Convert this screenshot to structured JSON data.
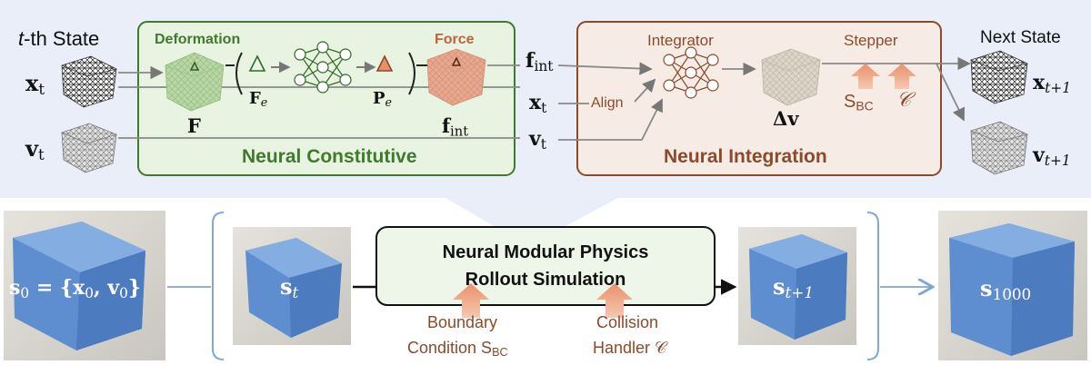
{
  "top": {
    "state_in": {
      "heading_var": "t",
      "heading_rest": "-th State",
      "x_main": "x",
      "x_sub": "t",
      "v_main": "v",
      "v_sub": "t"
    },
    "constitutive": {
      "title": "Neural Constitutive",
      "deformation_label": "Deformation",
      "force_label": "Force",
      "F_label": "F",
      "Fe_main": "F",
      "Fe_sub": "e",
      "Pe_main": "P",
      "Pe_sub": "e",
      "fint_main": "f",
      "fint_sub": "int",
      "delta_glyph": "Δ"
    },
    "middle": {
      "fint_main": "f",
      "fint_sub": "int",
      "x_main": "x",
      "x_sub": "t",
      "v_main": "v",
      "v_sub": "t",
      "align": "Align"
    },
    "integration": {
      "title": "Neural Integration",
      "integrator": "Integrator",
      "stepper": "Stepper",
      "dv": "Δv",
      "sbc_main": "S",
      "sbc_sub": "BC",
      "collision": "𝒞"
    },
    "state_out": {
      "heading": "Next State",
      "x_main": "x",
      "x_sub": "t+1",
      "v_main": "v",
      "v_sub": "t+1"
    }
  },
  "bottom": {
    "s0_main": "s",
    "s0_sub": "0",
    "s0_rest": " = {x",
    "s0_x_sub": "0",
    "s0_mid": ", v",
    "s0_v_sub": "0",
    "s0_end": "}",
    "st_main": "s",
    "st_sub": "t",
    "stp1_main": "s",
    "stp1_sub": "t+1",
    "s1000_main": "s",
    "s1000_sub": "1000",
    "box_line1": "Neural Modular Physics",
    "box_line2": "Rollout Simulation",
    "bc_line1": "Boundary",
    "bc_line2_pre": "Condition S",
    "bc_line2_sub": "BC",
    "col_line1": "Collision",
    "col_line2": "Handler 𝒞"
  },
  "colors": {
    "top_bg": "#e9eef8",
    "green_fill": "#e8f3e1",
    "green_stroke": "#3f7a2d",
    "brown_fill": "#f7ece5",
    "brown_stroke": "#8b4a2a",
    "blue_cube": "#5f8ed0",
    "bracket": "#7fa7d6"
  }
}
